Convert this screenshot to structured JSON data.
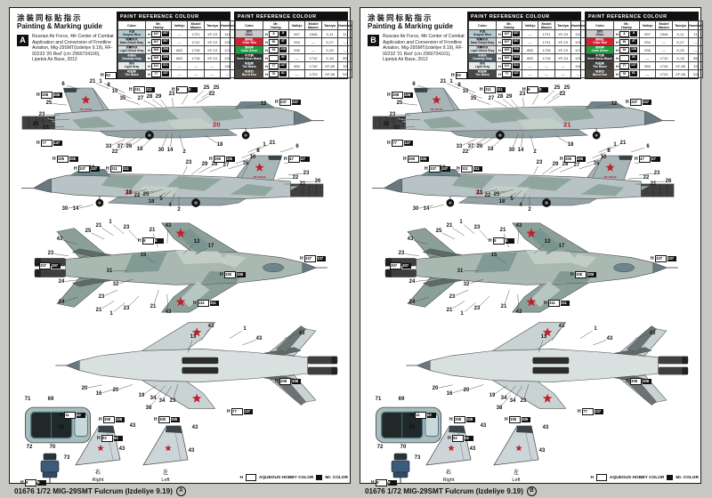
{
  "page": {
    "background": "#c7c7c3",
    "sheet": "#ffffff"
  },
  "titles": {
    "cn": "涂装同标贴指示",
    "en": "Painting & Marking guide"
  },
  "legend": {
    "h": "H",
    "aqueous": "AQUEOUS HOBBY COLOR",
    "mr": "Mr. COLOR"
  },
  "footer": {
    "text": "01676 1/72 MIG-29SMT Fulcrum (Izdeliye 9.19)"
  },
  "fin_captions": {
    "right_cn": "右",
    "right_en": "Right",
    "left_cn": "左",
    "left_en": "Left"
  },
  "panels": [
    {
      "badge": "A",
      "mark": "A",
      "bort": "20",
      "reg": "RF-92233",
      "desc": "Russian Air Force, 4th Center of Combat Application and Conversion of Frontline Aviation, Mig-29SMT(Izdeliye 9.19), RF-92233 '20 Red' (c/n 2960734100), Lipetsk Air Base, 2012"
    },
    {
      "badge": "B",
      "mark": "B",
      "bort": "21",
      "reg": "RF-92232",
      "desc": "Russian Air Force, 4th Center of Combat Application and Conversion of Frontline Aviation, Mig-29SMT(Izdeliye 9.19), RF-92232 '21 Red' (c/n 2960734101), Lipetsk Air Base, 2012"
    }
  ],
  "paint_tables": [
    {
      "title": "PAINT REFERENCE COLOUR",
      "columns": [
        "Color",
        "Mr. Hobby",
        "Vallejo",
        "Model Master",
        "Tamiya",
        "Humbrol"
      ],
      "rows": [
        {
          "cn": "灰蓝",
          "en": "Grayish Blue",
          "swatch": "#b4cbd4",
          "dark": false,
          "aq": "337",
          "mr": "337",
          "vallejo": "—",
          "model_master": "1721",
          "tamiya": "XF-23",
          "humbrol": "144"
        },
        {
          "cn": "暗幽灵灰",
          "en": "Dark Ghost Gray",
          "swatch": "#c5ced2",
          "dark": false,
          "aq": "307",
          "mr": "307",
          "vallejo": "—",
          "model_master": "1741",
          "tamiya": "XF-19",
          "humbrol": "126"
        },
        {
          "cn": "浅幽灵灰",
          "en": "Light Ghost Gray",
          "swatch": "#dbe1e3",
          "dark": false,
          "aq": "308",
          "mr": "308",
          "vallejo": "883",
          "model_master": "1728",
          "tamiya": "XF-19",
          "humbrol": "127"
        },
        {
          "cn": "军舰灰",
          "en": "Gunship Gray",
          "swatch": "#4b5a63",
          "dark": true,
          "aq": "305",
          "mr": "305",
          "vallejo": "883",
          "model_master": "1718",
          "tamiya": "XF-24",
          "humbrol": "125"
        },
        {
          "cn": "浅灰",
          "en": "Light Gray",
          "swatch": "#e6ebec",
          "dark": false,
          "aq": "311",
          "mr": "311",
          "vallejo": "—",
          "model_master": "—",
          "tamiya": "—",
          "humbrol": "196"
        },
        {
          "cn": "轮胎黑",
          "en": "Tire Black",
          "swatch": "#474747",
          "dark": true,
          "aq": "77",
          "mr": "137",
          "vallejo": "—",
          "model_master": "—",
          "tamiya": "—",
          "humbrol": "—"
        }
      ]
    },
    {
      "title": "PAINT REFERENCE COLOUR",
      "columns": [
        "Color",
        "Mr. Hobby",
        "Vallejo",
        "Model Master",
        "Tamiya",
        "Humbrol"
      ],
      "rows": [
        {
          "cn": "银色",
          "en": "Silver",
          "swatch": "#cbcbcb",
          "dark": false,
          "aq": "8",
          "mr": "8",
          "vallejo": "997",
          "model_master": "1546",
          "tamiya": "X-11",
          "humbrol": "11"
        },
        {
          "cn": "透明红",
          "en": "Clear Red",
          "swatch": "#d42031",
          "dark": true,
          "aq": "90",
          "mr": "47",
          "vallejo": "934",
          "model_master": "—",
          "tamiya": "X-27",
          "humbrol": "—"
        },
        {
          "cn": "透明绿",
          "en": "Clear Green",
          "swatch": "#1f9e44",
          "dark": true,
          "aq": "94",
          "mr": "138",
          "vallejo": "936",
          "model_master": "—",
          "tamiya": "X-25",
          "humbrol": "—"
        },
        {
          "cn": "半光黑",
          "en": "Semi Gloss Black",
          "swatch": "#333333",
          "dark": true,
          "aq": "",
          "mr": "92",
          "vallejo": "—",
          "model_master": "1710",
          "tamiya": "X-18",
          "humbrol": "85"
        },
        {
          "cn": "轮胎黑",
          "en": "Tire Black",
          "swatch": "#3d3d3d",
          "dark": true,
          "aq": "77",
          "mr": "137",
          "vallejo": "950",
          "model_master": "1749",
          "tamiya": "XF-85",
          "humbrol": "33"
        },
        {
          "cn": "烧铁色",
          "en": "Burnt Iron",
          "swatch": "#50483f",
          "dark": true,
          "aq": "76",
          "mr": "61",
          "vallejo": "—",
          "model_master": "1723",
          "tamiya": "XF-56",
          "humbrol": "53"
        }
      ]
    }
  ],
  "colors": {
    "body": "#b7c3c4",
    "body_dark": "#93a2a4",
    "fin": "#a7b5b7",
    "stab": "#9eadaf",
    "camo1": "#a9b8b1",
    "camo2": "#8ba099",
    "camo3": "#c3cfc9",
    "camo4": "#74908a",
    "under1": "#d9e0e0",
    "under2": "#c9d3d4",
    "nozzle": "#3f3f3f",
    "nozzle_dark": "#222222",
    "canopy": "#6e858c",
    "radome": "#69797f",
    "finslat": "#5d6b66",
    "star": "#c41e2a",
    "outline": "#4a4a4a",
    "interior": "#20282a",
    "seat_blue": "#3b5a7c",
    "seat_cushion": "#2f4a68",
    "canopy_rim": "#4f7d84",
    "fin_tip": "#39434a",
    "fin_light": "#ccd6d8"
  },
  "callouts": [
    [
      60,
      86,
      "6",
      1
    ],
    [
      93,
      83,
      "21",
      1
    ],
    [
      102,
      83,
      "1",
      1
    ],
    [
      111,
      87,
      "8",
      1
    ],
    [
      118,
      94,
      "10",
      1
    ],
    [
      127,
      102,
      "35",
      1
    ],
    [
      147,
      102,
      "27",
      1
    ],
    [
      157,
      100,
      "28",
      1
    ],
    [
      167,
      100,
      "29",
      1
    ],
    [
      182,
      97,
      "23",
      1
    ],
    [
      202,
      94,
      "36",
      1
    ],
    [
      221,
      90,
      "25",
      1
    ],
    [
      232,
      90,
      "25",
      1
    ],
    [
      227,
      97,
      "22",
      1
    ],
    [
      285,
      108,
      "12",
      1
    ],
    [
      44,
      107,
      "25",
      1
    ],
    [
      36,
      120,
      "23",
      1
    ],
    [
      47,
      126,
      "22",
      1
    ],
    [
      29,
      131,
      "25",
      1
    ],
    [
      41,
      135,
      "21",
      1
    ],
    [
      111,
      156,
      "33",
      1
    ],
    [
      124,
      156,
      "37",
      1
    ],
    [
      118,
      162,
      "22",
      1
    ],
    [
      134,
      156,
      "26",
      1
    ],
    [
      146,
      159,
      "18",
      1
    ],
    [
      170,
      160,
      "30",
      1
    ],
    [
      180,
      160,
      "14",
      1
    ],
    [
      196,
      162,
      "2",
      1
    ],
    [
      236,
      154,
      "18",
      1
    ],
    [
      92,
      180,
      "12",
      2
    ],
    [
      134,
      208,
      "11",
      2
    ],
    [
      143,
      211,
      "22",
      2
    ],
    [
      153,
      210,
      "25",
      2
    ],
    [
      159,
      218,
      "18",
      2
    ],
    [
      170,
      215,
      "5",
      2
    ],
    [
      180,
      222,
      "4",
      2
    ],
    [
      190,
      227,
      "2",
      2
    ],
    [
      62,
      226,
      "30",
      2
    ],
    [
      74,
      226,
      "14",
      2
    ],
    [
      286,
      154,
      "1",
      2
    ],
    [
      295,
      152,
      "21",
      2
    ],
    [
      323,
      156,
      "6",
      2
    ],
    [
      279,
      161,
      "8",
      2
    ],
    [
      273,
      168,
      "10",
      2
    ],
    [
      265,
      175,
      "35",
      2
    ],
    [
      243,
      177,
      "27",
      2
    ],
    [
      230,
      176,
      "28",
      2
    ],
    [
      219,
      176,
      "29",
      2
    ],
    [
      333,
      186,
      "23",
      2
    ],
    [
      321,
      191,
      "22",
      2
    ],
    [
      329,
      198,
      "21",
      2
    ],
    [
      328,
      171,
      "25",
      2
    ],
    [
      346,
      195,
      "26",
      2
    ],
    [
      201,
      174,
      "23",
      2
    ],
    [
      56,
      260,
      "43",
      3
    ],
    [
      46,
      276,
      "23",
      3
    ],
    [
      58,
      308,
      "24",
      3
    ],
    [
      58,
      331,
      "24",
      3
    ],
    [
      100,
      245,
      "21",
      3
    ],
    [
      113,
      241,
      "1",
      3
    ],
    [
      88,
      251,
      "25",
      3
    ],
    [
      131,
      247,
      "23",
      3
    ],
    [
      160,
      250,
      "21",
      3
    ],
    [
      178,
      245,
      "43",
      3
    ],
    [
      112,
      296,
      "31",
      3
    ],
    [
      119,
      311,
      "32",
      3
    ],
    [
      103,
      325,
      "23",
      3
    ],
    [
      150,
      278,
      "15",
      3
    ],
    [
      100,
      340,
      "21",
      3
    ],
    [
      114,
      344,
      "1",
      3
    ],
    [
      131,
      338,
      "23",
      3
    ],
    [
      161,
      336,
      "21",
      3
    ],
    [
      178,
      342,
      "43",
      3
    ],
    [
      210,
      263,
      "13",
      3
    ],
    [
      226,
      268,
      "17",
      3
    ],
    [
      226,
      358,
      "43",
      4
    ],
    [
      264,
      361,
      "1",
      4
    ],
    [
      280,
      372,
      "43",
      4
    ],
    [
      328,
      366,
      "43",
      4
    ],
    [
      84,
      428,
      "20",
      4
    ],
    [
      100,
      434,
      "16",
      4
    ],
    [
      119,
      430,
      "20",
      4
    ],
    [
      148,
      436,
      "19",
      4
    ],
    [
      161,
      439,
      "34",
      4
    ],
    [
      171,
      442,
      "34",
      4
    ],
    [
      183,
      442,
      "23",
      4
    ],
    [
      156,
      450,
      "38",
      4
    ],
    [
      206,
      370,
      "13",
      4
    ],
    [
      20,
      440,
      "71",
      0
    ],
    [
      46,
      440,
      "69",
      0
    ],
    [
      22,
      494,
      "72",
      0
    ],
    [
      48,
      494,
      "70",
      0
    ],
    [
      64,
      506,
      "73",
      0
    ],
    [
      58,
      472,
      "43",
      0
    ],
    [
      126,
      496,
      "43",
      0
    ],
    [
      138,
      470,
      "43",
      0
    ],
    [
      208,
      472,
      "43",
      0
    ],
    [
      204,
      498,
      "43",
      0
    ]
  ],
  "chips": [
    [
      102,
      72,
      "92",
      "92"
    ],
    [
      30,
      94,
      "308",
      "308"
    ],
    [
      134,
      88,
      "311",
      "311"
    ],
    [
      182,
      88,
      "8",
      "8"
    ],
    [
      298,
      102,
      "337",
      "337"
    ],
    [
      30,
      148,
      "77",
      "137"
    ],
    [
      224,
      166,
      "305",
      "305"
    ],
    [
      72,
      177,
      "337",
      "337"
    ],
    [
      108,
      177,
      "311",
      "311"
    ],
    [
      308,
      166,
      "47",
      "47"
    ],
    [
      48,
      166,
      "305",
      "305"
    ],
    [
      28,
      286,
      "307",
      "307"
    ],
    [
      144,
      258,
      "8",
      "8"
    ],
    [
      236,
      296,
      "305",
      "305"
    ],
    [
      206,
      328,
      "311",
      "311"
    ],
    [
      326,
      278,
      "337",
      "337"
    ],
    [
      244,
      450,
      "77",
      "137"
    ],
    [
      56,
      454,
      "11",
      "62"
    ],
    [
      298,
      416,
      "308",
      "308"
    ],
    [
      98,
      480,
      "92",
      "92"
    ],
    [
      12,
      530,
      "8",
      "8"
    ],
    [
      100,
      459,
      "308",
      "308"
    ],
    [
      162,
      459,
      "305",
      "305"
    ]
  ]
}
